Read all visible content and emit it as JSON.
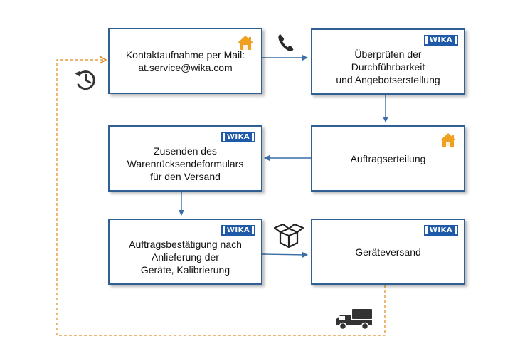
{
  "boxes": {
    "contact": {
      "lines": [
        "Kontaktaufnahme per Mail:",
        "at.service@wika.com"
      ]
    },
    "check": {
      "lines": [
        "Überprüfen der",
        "Durchführbarkeit",
        "und Angebotserstellung"
      ]
    },
    "order": {
      "lines": [
        "Auftragserteilung"
      ]
    },
    "send_form": {
      "lines": [
        "Zusenden des",
        "Warenrücksendeformulars",
        "für den Versand"
      ]
    },
    "confirmation": {
      "lines": [
        "Auftragsbestätigung nach",
        "Anlieferung der",
        "Geräte, Kalibrierung"
      ]
    },
    "shipping": {
      "lines": [
        "Geräteversand"
      ]
    }
  },
  "logo": {
    "text": "WIKA"
  },
  "icons": {
    "house": "house-icon",
    "phone": "phone-icon",
    "clock": "clock-refresh-icon",
    "box": "package-icon",
    "truck": "truck-icon"
  },
  "colors": {
    "box_border": "#2f5f93",
    "arrow": "#3a6ea5",
    "return_loop": "#e08a1e",
    "house": "#f0a020",
    "logo": "#1f5aa8"
  }
}
